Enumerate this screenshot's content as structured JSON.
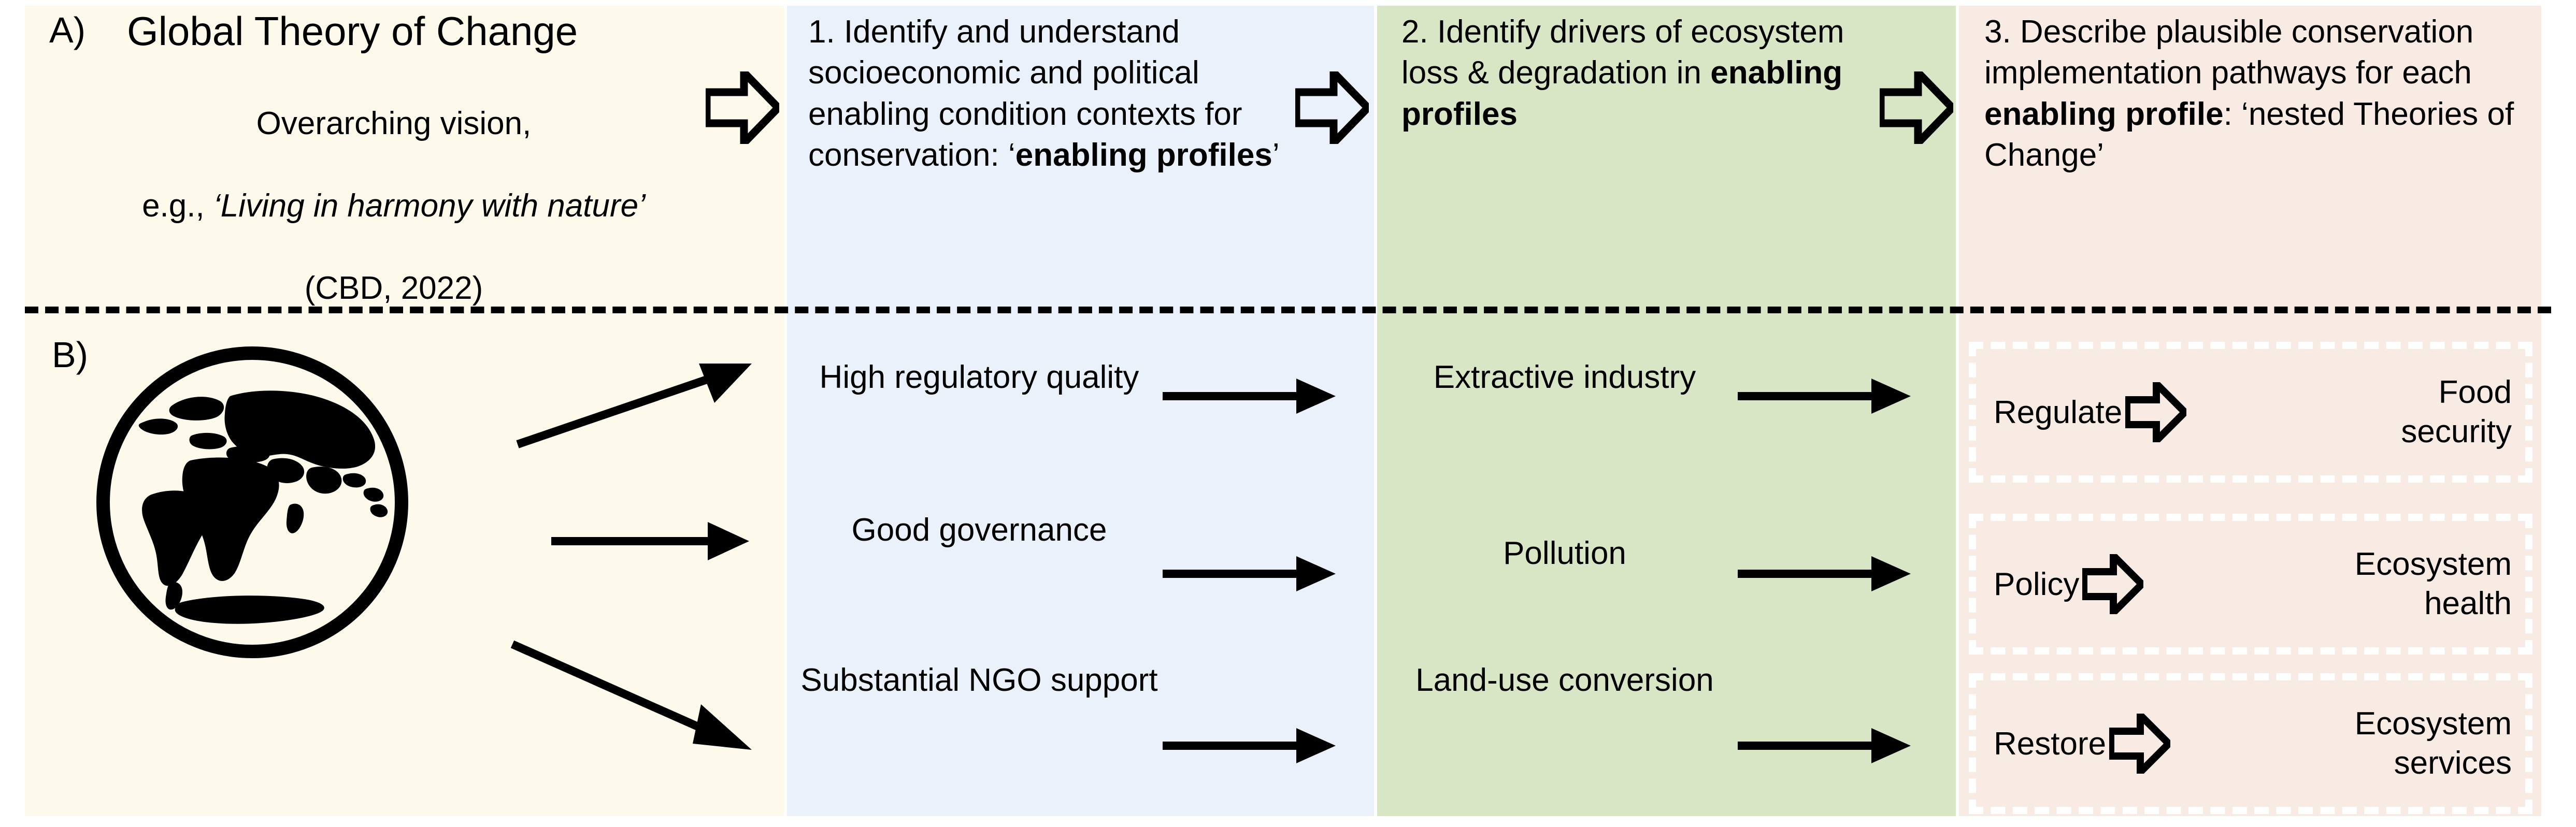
{
  "colors": {
    "cream": "#FDFAEB",
    "blue": "#EAF1FA",
    "green": "#D9E6C6",
    "pink": "#F7EBE3",
    "ink": "#000000",
    "dashed_box_border": "#FFFFFF"
  },
  "panel_a": {
    "label": "A)",
    "title": "Global Theory of Change",
    "subtitle_line1": "Overarching vision,",
    "subtitle_prefix": "e.g., ",
    "subtitle_quote": "‘Living in harmony with nature’",
    "subtitle_citation": "(CBD, 2022)"
  },
  "panel_b": {
    "label": "B)",
    "globe_icon": "globe-icon"
  },
  "column_headers": [
    {
      "number": "1.",
      "text_before": "1. Identify and understand socioeconomic and political enabling condition contexts for conservation:\n‘",
      "bold_term": "enabling profiles",
      "text_after": "’"
    },
    {
      "number": "2.",
      "text_before": "2. Identify drivers of ecosystem loss & degradation\nin ",
      "bold_term": "enabling profiles",
      "text_after": ""
    },
    {
      "number": "3.",
      "text_before": "3. Describe plausible conservation implementation pathways for each ",
      "bold_term": "enabling profile",
      "text_after": ":\n‘nested Theories of Change’"
    }
  ],
  "enabling_profiles": [
    "High regulatory\nquality",
    "Good\ngovernance",
    "Substantial\nNGO support"
  ],
  "drivers": [
    "Extractive\nindustry",
    "Pollution",
    "Land-use\nconversion"
  ],
  "pathways": [
    {
      "action": "Regulate",
      "outcome": "Food\nsecurity"
    },
    {
      "action": "Policy",
      "outcome": "Ecosystem\nhealth"
    },
    {
      "action": "Restore",
      "outcome": "Ecosystem\nservices"
    }
  ],
  "icons": {
    "hollow_arrow": "hollow-right-arrow-icon",
    "solid_arrow": "solid-right-arrow-icon",
    "globe": "globe-icon",
    "dashed_divider": "dashed-divider"
  }
}
